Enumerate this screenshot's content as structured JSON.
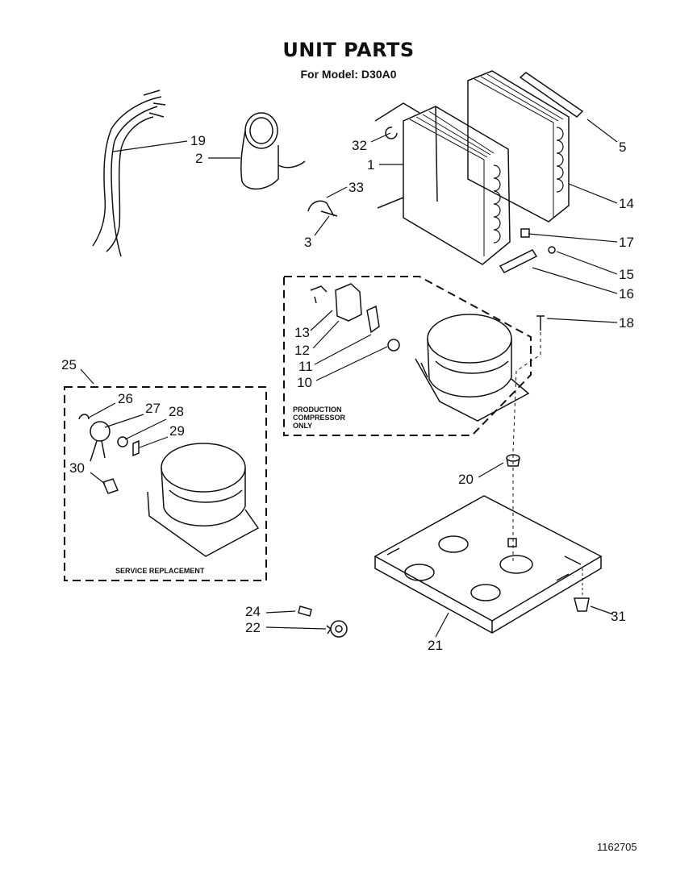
{
  "header": {
    "title": "UNIT PARTS",
    "model_line": "For Model: D30A0"
  },
  "document_number": "1162705",
  "box_labels": {
    "production_line1": "PRODUCTION",
    "production_line2": "COMPRESSOR",
    "production_line3": "ONLY",
    "service": "SERVICE REPLACEMENT"
  },
  "callouts": [
    {
      "id": "1",
      "text": "1"
    },
    {
      "id": "2",
      "text": "2"
    },
    {
      "id": "3",
      "text": "3"
    },
    {
      "id": "5",
      "text": "5"
    },
    {
      "id": "10",
      "text": "10"
    },
    {
      "id": "11",
      "text": "11"
    },
    {
      "id": "12",
      "text": "12"
    },
    {
      "id": "13",
      "text": "13"
    },
    {
      "id": "14",
      "text": "14"
    },
    {
      "id": "15",
      "text": "15"
    },
    {
      "id": "16",
      "text": "16"
    },
    {
      "id": "17",
      "text": "17"
    },
    {
      "id": "18",
      "text": "18"
    },
    {
      "id": "19",
      "text": "19"
    },
    {
      "id": "20",
      "text": "20"
    },
    {
      "id": "21",
      "text": "21"
    },
    {
      "id": "22",
      "text": "22"
    },
    {
      "id": "24",
      "text": "24"
    },
    {
      "id": "25",
      "text": "25"
    },
    {
      "id": "26",
      "text": "26"
    },
    {
      "id": "27",
      "text": "27"
    },
    {
      "id": "28",
      "text": "28"
    },
    {
      "id": "29",
      "text": "29"
    },
    {
      "id": "30",
      "text": "30"
    },
    {
      "id": "31",
      "text": "31"
    },
    {
      "id": "32",
      "text": "32"
    },
    {
      "id": "33",
      "text": "33"
    }
  ]
}
